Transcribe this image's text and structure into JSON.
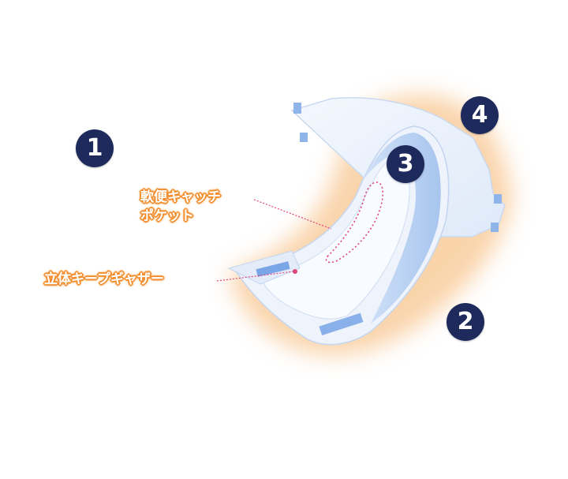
{
  "badges": {
    "b1": "1",
    "b2": "2",
    "b3": "3",
    "b4": "4"
  },
  "labels": {
    "pocket_line1": "軟便キャッチ",
    "pocket_line2": "ポケット",
    "gather": "立体キープギャザー"
  },
  "colors": {
    "badge": "#1f2a5c",
    "label_outline": "#f08a2a",
    "leader_line": "#e0457a",
    "glow": "#f7c28a",
    "product_blue": "#6f9fe0"
  }
}
